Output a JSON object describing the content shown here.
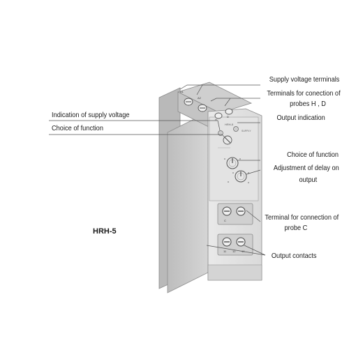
{
  "product": {
    "model": "HRH-5"
  },
  "device": {
    "face_marks": [
      "HRH-5",
      "SUPPLY",
      "A1",
      "A2",
      "H",
      "D",
      "C",
      "11",
      "12",
      "14"
    ]
  },
  "callouts": {
    "supply_voltage_terminals": "Supply voltage terminals",
    "probe_terminals_line1": "Terminals for conection of",
    "probe_terminals_line2": "probes H , D",
    "output_indication": "Output indication",
    "indication_supply": "Indication of supply voltage",
    "choice_function_left": "Choice of function",
    "choice_function_right": "Choice of function",
    "delay_line1": "Adjustment of delay on",
    "delay_line2": "output",
    "probe_c_line1": "Terminal for connection of",
    "probe_c_line2": "probe C",
    "output_contacts": "Output contacts"
  },
  "colors": {
    "housing": "#dcdcdc",
    "housing_dark": "#9a9a9a",
    "line": "#555555"
  }
}
